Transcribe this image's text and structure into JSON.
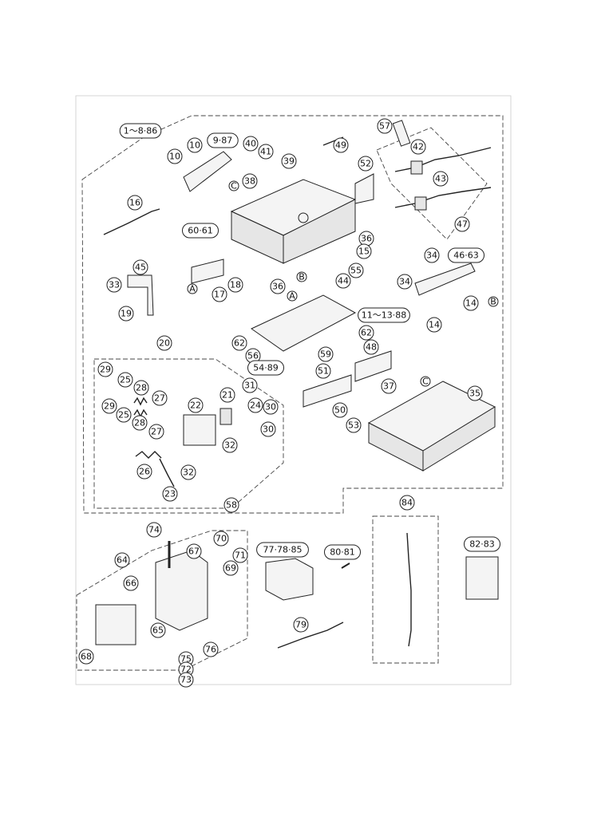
{
  "callouts": [
    {
      "id": "c10a",
      "text": "10"
    },
    {
      "id": "c10b",
      "text": "10"
    },
    {
      "id": "c987",
      "text": "9·87"
    },
    {
      "id": "c40",
      "text": "40"
    },
    {
      "id": "c41",
      "text": "41"
    },
    {
      "id": "c39",
      "text": "39"
    },
    {
      "id": "c38",
      "text": "38"
    },
    {
      "id": "c49",
      "text": "49"
    },
    {
      "id": "c57",
      "text": "57"
    },
    {
      "id": "c42",
      "text": "42"
    },
    {
      "id": "c43",
      "text": "43"
    },
    {
      "id": "c52",
      "text": "52"
    },
    {
      "id": "c47",
      "text": "47"
    },
    {
      "id": "c16",
      "text": "16"
    },
    {
      "id": "c6061",
      "text": "60·61"
    },
    {
      "id": "c36a",
      "text": "36"
    },
    {
      "id": "c15",
      "text": "15"
    },
    {
      "id": "c45",
      "text": "45"
    },
    {
      "id": "c33",
      "text": "33"
    },
    {
      "id": "c19",
      "text": "19"
    },
    {
      "id": "c17",
      "text": "17"
    },
    {
      "id": "c18",
      "text": "18"
    },
    {
      "id": "c36b",
      "text": "36"
    },
    {
      "id": "c44",
      "text": "44"
    },
    {
      "id": "c55",
      "text": "55"
    },
    {
      "id": "c34a",
      "text": "34"
    },
    {
      "id": "c4663",
      "text": "46·63"
    },
    {
      "id": "c34b",
      "text": "34"
    },
    {
      "id": "c14a",
      "text": "14"
    },
    {
      "id": "c14b",
      "text": "14"
    },
    {
      "id": "c111388",
      "text": "11～13·88"
    },
    {
      "id": "c62a",
      "text": "62"
    },
    {
      "id": "c62b",
      "text": "62"
    },
    {
      "id": "c56",
      "text": "56"
    },
    {
      "id": "c59",
      "text": "59"
    },
    {
      "id": "c48",
      "text": "48"
    },
    {
      "id": "c5489",
      "text": "54·89"
    },
    {
      "id": "c20",
      "text": "20"
    },
    {
      "id": "c29a",
      "text": "29"
    },
    {
      "id": "c25a",
      "text": "25"
    },
    {
      "id": "c28a",
      "text": "28"
    },
    {
      "id": "c27a",
      "text": "27"
    },
    {
      "id": "c29b",
      "text": "29"
    },
    {
      "id": "c25b",
      "text": "25"
    },
    {
      "id": "c28b",
      "text": "28"
    },
    {
      "id": "c27b",
      "text": "27"
    },
    {
      "id": "c22",
      "text": "22"
    },
    {
      "id": "c21",
      "text": "21"
    },
    {
      "id": "c31",
      "text": "31"
    },
    {
      "id": "c24",
      "text": "24"
    },
    {
      "id": "c30a",
      "text": "30"
    },
    {
      "id": "c30b",
      "text": "30"
    },
    {
      "id": "c32a",
      "text": "32"
    },
    {
      "id": "c26",
      "text": "26"
    },
    {
      "id": "c32b",
      "text": "32"
    },
    {
      "id": "c23",
      "text": "23"
    },
    {
      "id": "c58",
      "text": "58"
    },
    {
      "id": "c51",
      "text": "51"
    },
    {
      "id": "c37",
      "text": "37"
    },
    {
      "id": "c35",
      "text": "35"
    },
    {
      "id": "c50",
      "text": "50"
    },
    {
      "id": "c53",
      "text": "53"
    },
    {
      "id": "c84",
      "text": "84"
    },
    {
      "id": "c74",
      "text": "74"
    },
    {
      "id": "c70",
      "text": "70"
    },
    {
      "id": "c67",
      "text": "67"
    },
    {
      "id": "c71",
      "text": "71"
    },
    {
      "id": "c69",
      "text": "69"
    },
    {
      "id": "c64",
      "text": "64"
    },
    {
      "id": "c66",
      "text": "66"
    },
    {
      "id": "c65",
      "text": "65"
    },
    {
      "id": "c68",
      "text": "68"
    },
    {
      "id": "c76",
      "text": "76"
    },
    {
      "id": "c75",
      "text": "75"
    },
    {
      "id": "c72",
      "text": "72"
    },
    {
      "id": "c73",
      "text": "73"
    },
    {
      "id": "c777885",
      "text": "77·78·85"
    },
    {
      "id": "c8081",
      "text": "80·81"
    },
    {
      "id": "c8283",
      "text": "82·83"
    },
    {
      "id": "c79",
      "text": "79"
    },
    {
      "id": "c1886",
      "text": "1～8·86"
    }
  ],
  "markers": {
    "A": "A",
    "B": "B",
    "C": "C"
  }
}
